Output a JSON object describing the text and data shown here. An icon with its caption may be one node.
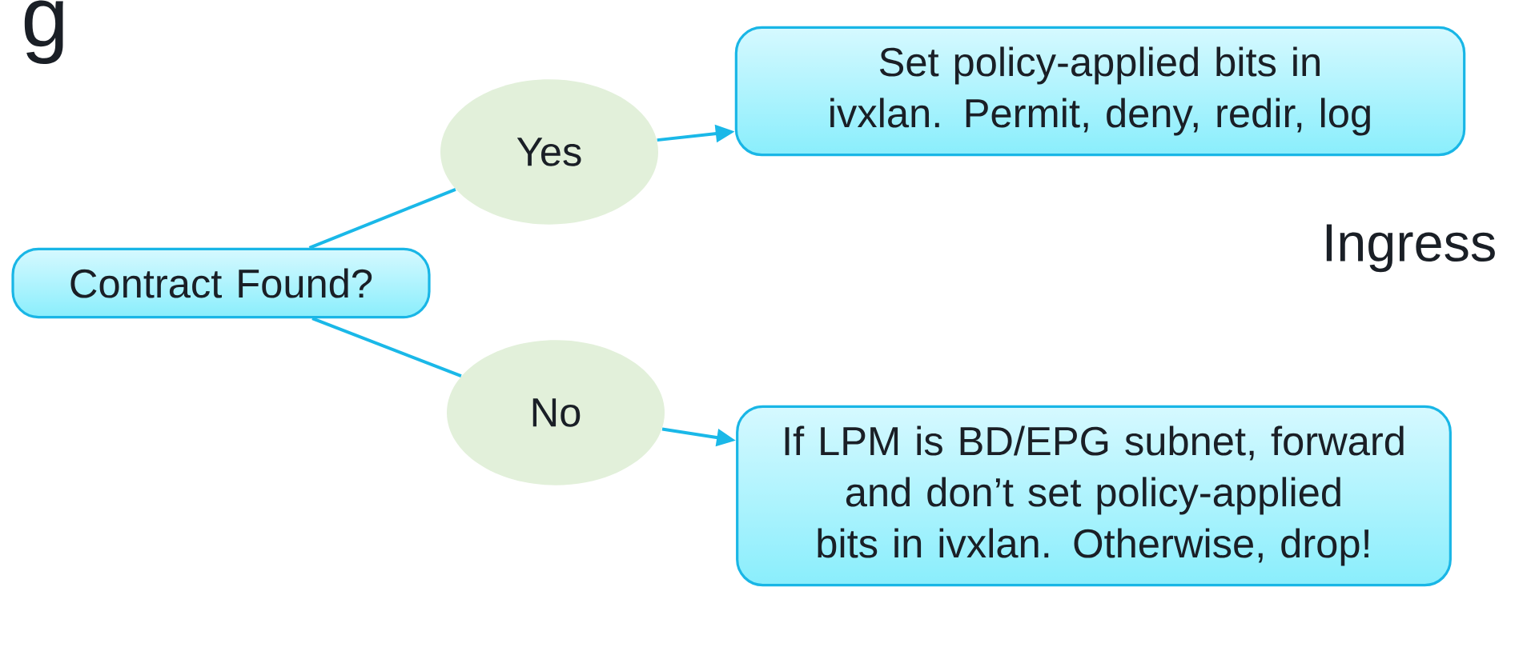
{
  "diagram": {
    "nodes": [
      {
        "text": [
          "Contract Found?"
        ]
      },
      {
        "text": [
          "Yes"
        ]
      },
      {
        "text": [
          "No"
        ]
      },
      {
        "text": [
          "Set policy-applied bits in ivxlan. Permit, deny, redir, log"
        ]
      },
      {
        "text": [
          "If LPM is BD/EPG subnet, forward and don’t set policy-applied bits in ivxlan. Otherwise, drop!"
        ]
      }
    ],
    "edges": [
      {
        "from": 0,
        "to": 1,
        "arrow": "none"
      },
      {
        "from": 1,
        "to": 3,
        "arrow": "to"
      },
      {
        "from": 0,
        "to": 2,
        "arrow": "none"
      },
      {
        "from": 2,
        "to": 4,
        "arrow": "to"
      }
    ],
    "labels": [
      "g",
      "Ingress"
    ]
  }
}
